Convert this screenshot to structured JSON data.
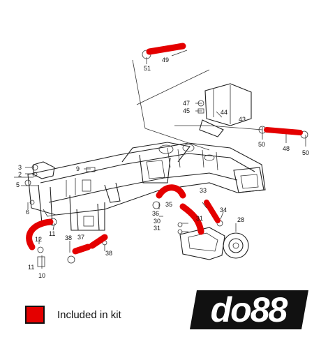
{
  "colors": {
    "hose": "#e40000",
    "line": "#222222",
    "background": "#ffffff"
  },
  "callouts": [
    "49",
    "51",
    "47",
    "45",
    "44",
    "43",
    "50",
    "48",
    "50",
    "3",
    "2",
    "9",
    "5",
    "6",
    "11",
    "12",
    "11",
    "10",
    "35",
    "36",
    "38",
    "37",
    "38",
    "33",
    "34",
    "30",
    "31",
    "31",
    "28"
  ],
  "legend": {
    "label": "Included in kit",
    "swatch_color": "#e40000"
  },
  "logo": {
    "text": "do88"
  }
}
